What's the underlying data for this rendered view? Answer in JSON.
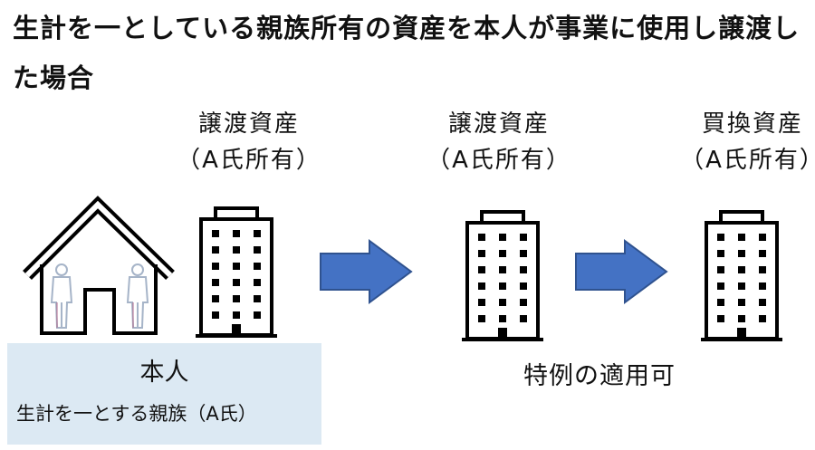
{
  "title": "生計を一としている親族所有の資産を本人が事業に使用し譲渡した場合",
  "assets": [
    {
      "name": "譲渡資産",
      "owner": "（A氏所有）"
    },
    {
      "name": "譲渡資産",
      "owner": "（A氏所有）"
    },
    {
      "name": "買換資産",
      "owner": "（A氏所有）"
    }
  ],
  "self_box": {
    "name": "本人",
    "relation": "生計を一とする親族（A氏）"
  },
  "result": "特例の適用可",
  "colors": {
    "arrow": "#4472c4",
    "box": "#dce9f3",
    "figure": "#a6b4c8"
  },
  "icons": [
    "house-icon",
    "person-icon",
    "building-icon",
    "arrow-right-icon"
  ]
}
